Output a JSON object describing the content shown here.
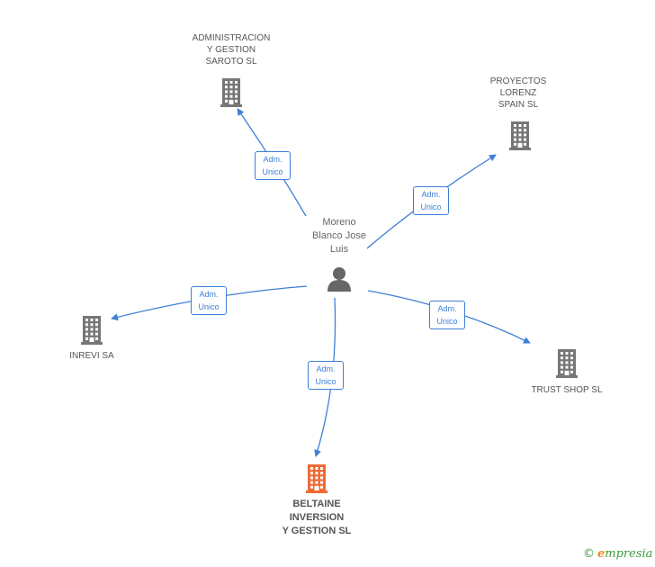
{
  "colors": {
    "edge": "#3d7fd6",
    "company": "#777777",
    "focus_company": "#f06a35",
    "person": "#666666"
  },
  "person": {
    "name": "Moreno\nBlanco Jose\nLuis",
    "icon": "person-icon"
  },
  "companies": [
    {
      "id": "saroto",
      "name": "ADMINISTRACION\nY GESTION\nSAROTO  SL",
      "icon": "building-icon"
    },
    {
      "id": "lorenz",
      "name": "PROYECTOS\nLORENZ\nSPAIN SL",
      "icon": "building-icon"
    },
    {
      "id": "inrevi",
      "name": "INREVI SA",
      "icon": "building-icon"
    },
    {
      "id": "trust",
      "name": "TRUST SHOP  SL",
      "icon": "building-icon"
    },
    {
      "id": "beltaine",
      "name": "BELTAINE\nINVERSION\nY GESTION SL",
      "icon": "building-icon",
      "focus": true
    }
  ],
  "relations": [
    {
      "to": "saroto",
      "label": "Adm.\nUnico"
    },
    {
      "to": "lorenz",
      "label": "Adm.\nUnico"
    },
    {
      "to": "inrevi",
      "label": "Adm.\nUnico"
    },
    {
      "to": "trust",
      "label": "Adm.\nUnico"
    },
    {
      "to": "beltaine",
      "label": "Adm.\nUnico"
    }
  ],
  "footer": {
    "copyright_symbol": "©",
    "brand_initial": "e",
    "brand_rest": "mpresia"
  }
}
